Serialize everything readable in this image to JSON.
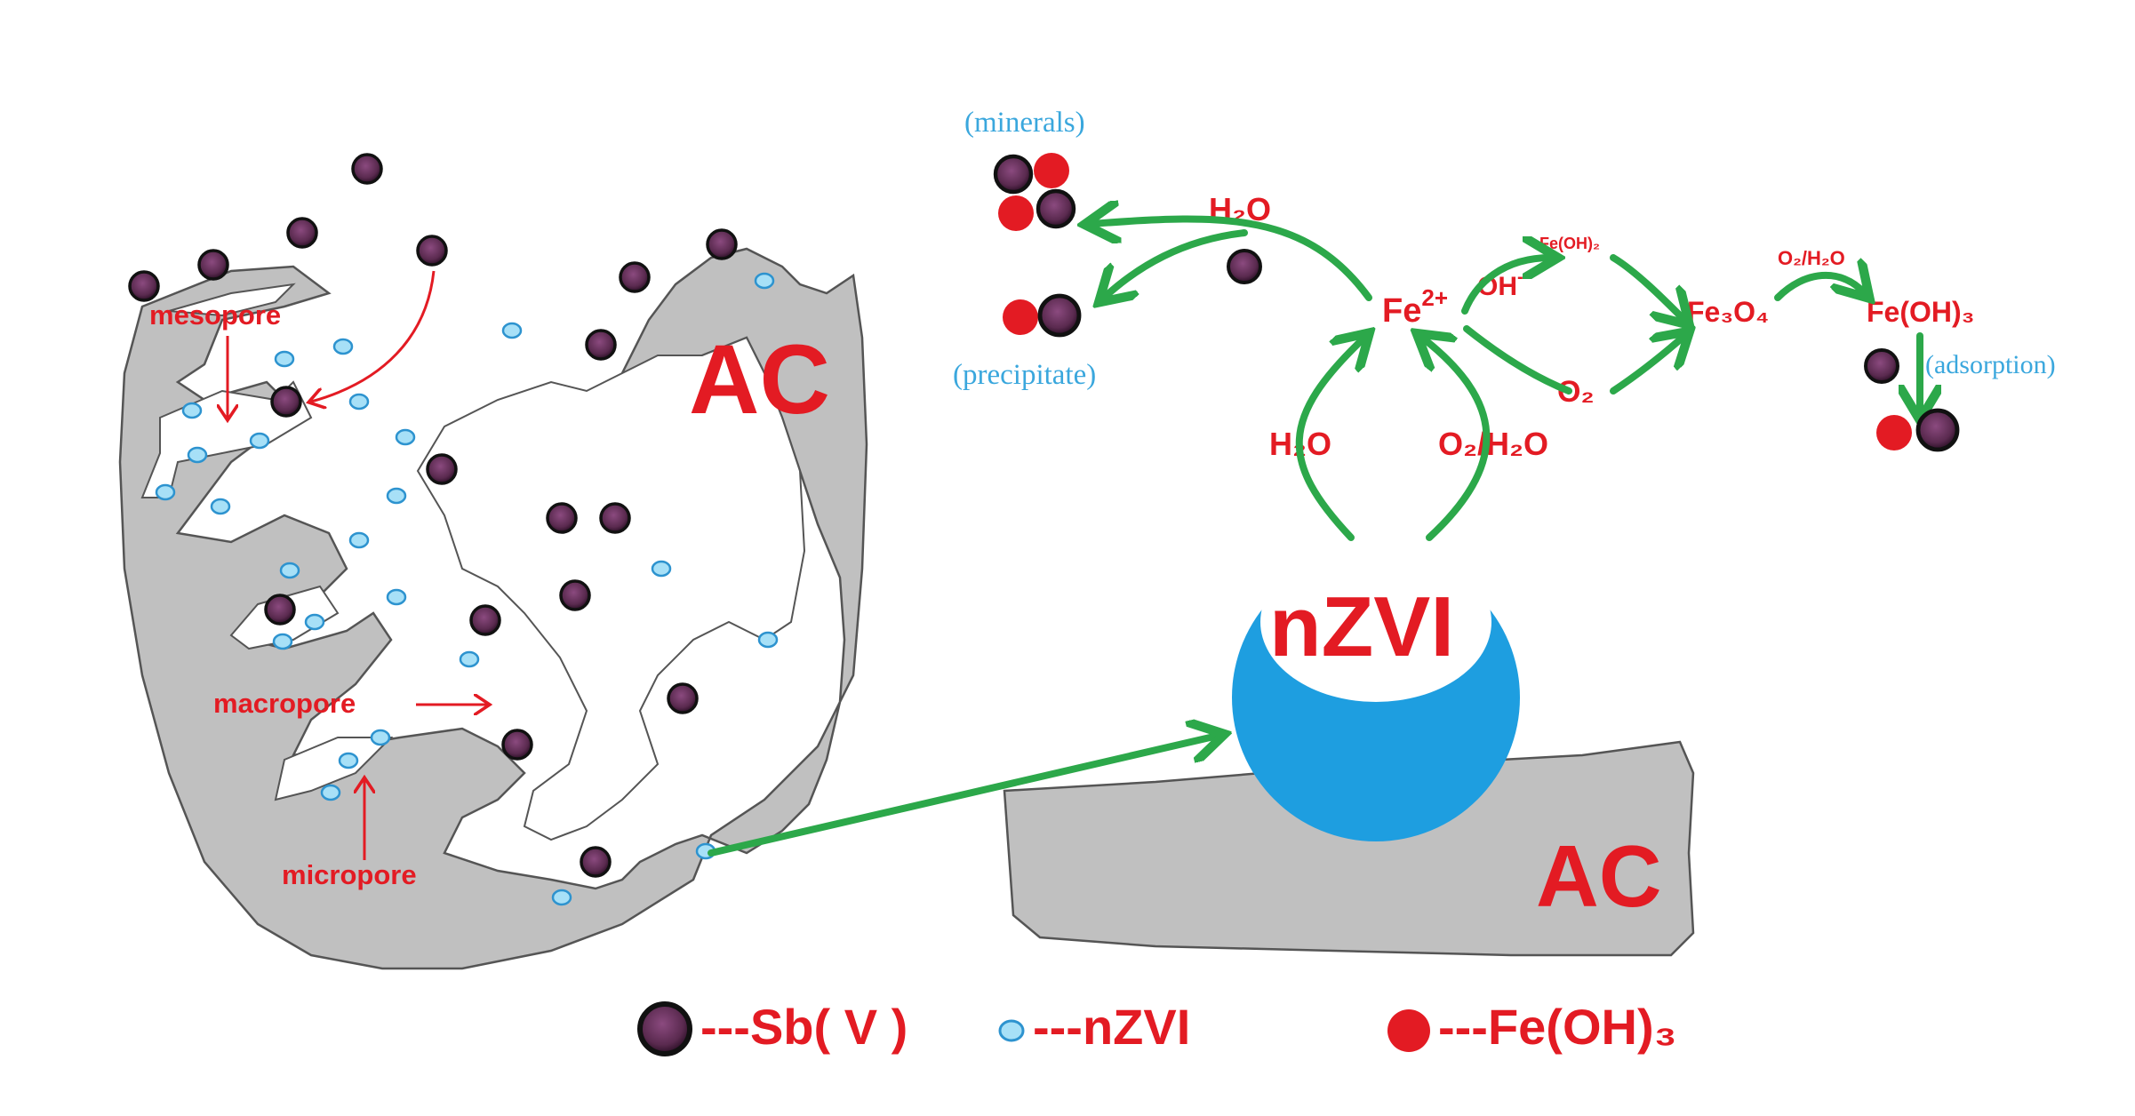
{
  "colors": {
    "sb_v": "#5a2a4f",
    "nzvi": "#9fdcf5",
    "feoh3": "#e31b23",
    "ac_gray": "#c0c0c0",
    "green_arrow": "#2ca84a",
    "label_red": "#e31b23",
    "label_blue": "#3aa7dd"
  },
  "left_particle": {
    "label": "AC",
    "pores": {
      "mesopore": "mesopore",
      "macropore": "macropore",
      "micropore": "micropore"
    }
  },
  "reaction_scheme": {
    "minerals_label": "(minerals)",
    "precipitate_label": "(precipitate)",
    "adsorption_label": "(adsorption)",
    "h2o_top": "H₂O",
    "fe2_base": "Fe",
    "fe2_sup": "2+",
    "oh_base": "OH",
    "oh_sup": "-",
    "feoh2": "Fe(OH)₂",
    "fe3o4": "Fe₃O₄",
    "o2_h2o_small": "O₂/H₂O",
    "feoh3_top": "Fe(OH)₃",
    "o2_mid": "O₂",
    "h2o_left": "H₂O",
    "o2_h2o_right": "O₂/H₂O",
    "nzvi_label": "nZVI",
    "ac_support_label": "AC"
  },
  "legend": [
    {
      "symbol": "sb-v",
      "text": "---Sb( V )"
    },
    {
      "symbol": "nzvi",
      "text": "---nZVI"
    },
    {
      "symbol": "feoh3",
      "text": "---Fe(OH)₃"
    }
  ]
}
